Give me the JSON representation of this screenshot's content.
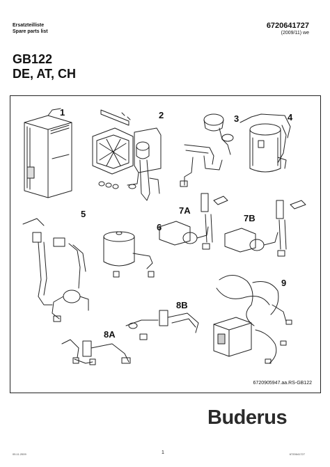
{
  "header": {
    "title_de": "Ersatzteilliste",
    "title_en": "Spare parts list",
    "doc_number": "6720641727",
    "doc_date": "(2009/11) we"
  },
  "main": {
    "title_line1": "GB122",
    "title_line2": "DE, AT, CH",
    "figure_code": "6720905947.aa.RS-GB122",
    "group_labels": [
      "1",
      "2",
      "3",
      "4",
      "5",
      "6",
      "7A",
      "7B",
      "8A",
      "8B",
      "9"
    ]
  },
  "brand": "Buderus",
  "footer": {
    "left": "05.11.2009",
    "page": "1",
    "right": "6720641727"
  }
}
